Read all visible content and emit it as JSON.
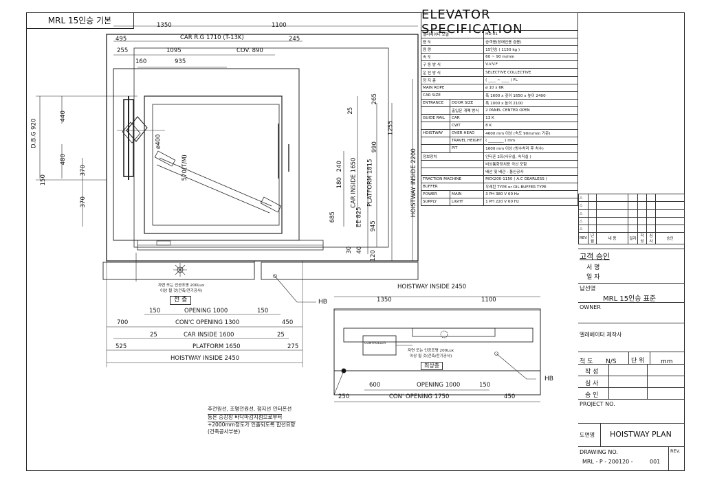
{
  "header_label": "MRL 15인승 기본",
  "plan_dims": {
    "top_1350": "1350",
    "top_1100": "1100",
    "d495": "495",
    "car_rg": "CAR R.G 1710 (T-13K)",
    "d245": "245",
    "d255": "255",
    "d1095": "1095",
    "cov": "COV. 890",
    "d160": "160",
    "d935": "935",
    "dbg": "D.B.G 920",
    "d440": "440",
    "d480": "480",
    "d150": "150",
    "d370a": "370",
    "d370b": "370",
    "phi400": "ø400",
    "d570": "570(T/M)",
    "d265": "265",
    "d25": "25",
    "d990": "990",
    "d1255": "1255",
    "d240": "240",
    "d180": "180",
    "car_inside_v": "CAR INSIDE 1650",
    "platform_v": "PLATFORM 1815",
    "hoistway_v": "HOISTWAY INSIDE 2200",
    "d685": "685",
    "ee825": "EE 825",
    "d945": "945",
    "d30": "30",
    "d40": "40",
    "d120": "120",
    "opening": "OPENING 1000",
    "d150l": "150",
    "d150r": "150",
    "d700": "700",
    "con_opening": "CON'C OPENING 1300",
    "d450": "450",
    "d25l": "25",
    "car_inside_h": "CAR INSIDE 1600",
    "d25r": "25",
    "d525": "525",
    "platform_h": "PLATFORM 1650",
    "d275": "275",
    "hoistway_h": "HOISTWAY INSIDE 2450",
    "light_note_1": "자연 또는 인공조명 200Lux",
    "light_note_2": "이상 될 것(건축/전기공사)",
    "jeonseung": "전 층",
    "hb": "HB"
  },
  "top_plan": {
    "hoistway": "HOISTWAY INSIDE 2450",
    "d1350": "1350",
    "d1100": "1100",
    "controller": "CONTROLLER",
    "light_note_1": "자연 또는 인공조명 200Lux",
    "light_note_2": "이상 될 것(건축/전기공사)",
    "top_floor": "최상층",
    "d600": "600",
    "opening": "OPENING 1000",
    "d150": "150",
    "d250": "250",
    "con_opening": "CON' OPENING 1750",
    "d450": "450",
    "hb": "HB"
  },
  "notes": [
    "주전원선, 조명전원선, 점지선 인터폰선",
    "등은 승강장 바닥마감지점으로부터",
    "+2000mm정도가 인출되도록 합선요망",
    "(건축공사부분)"
  ],
  "spec": {
    "title": "ELEVATOR SPECIFICATION",
    "rows": [
      [
        "엘리베이터 모델",
        "",
        "HD-01"
      ],
      [
        "용        도",
        "",
        "승객용(장애인용 겸용)"
      ],
      [
        "용        량",
        "",
        "15인승  ( 1150 kg )"
      ],
      [
        "속        도",
        "",
        "60 ~ 90  m/min"
      ],
      [
        "구  동   방  식",
        "",
        "V.V.V.F"
      ],
      [
        "운  전   방  식",
        "",
        "SELECTIVE COLLECTIVE"
      ],
      [
        "정   지    층",
        "",
        "( ____ ~ ____ ) FL"
      ],
      [
        "MAIN ROPE",
        "",
        "ø 10 x 6R"
      ],
      [
        "CAR SIZE",
        "",
        "폭 1600 x 깊이 1650 x 높이 2400"
      ],
      [
        "ENTRANCE",
        "DOOR SIZE",
        "폭 1000 x 높이 2100"
      ],
      [
        "",
        "출입문  개폐 방식",
        "2 PANEL  CENTER  OPEN"
      ],
      [
        "GUIDE RAIL",
        "CAR",
        "13 K"
      ],
      [
        "",
        "CWT",
        "8 K"
      ],
      [
        "HOISTWAY",
        "OVER HEAD",
        "4600 mm 이상 (속도 90m/min 기준)"
      ],
      [
        "",
        "TRAVEL HEIGHT",
        "( ________ ) mm"
      ],
      [
        "",
        "PIT",
        "1600 mm 이상 (방수처리 후 치수)"
      ],
      [
        "정보장치",
        "",
        "인터폰 2회(사무실, 숙직실 )"
      ],
      [
        "",
        "",
        "비상통화장치용 극선 포함"
      ],
      [
        "",
        "",
        "배선 및 배관 - 통신공사"
      ],
      [
        "TRACTION MACHINE",
        "",
        "MCK200-1150 ( A.C  GEARLESS )"
      ],
      [
        "BUFFER",
        "",
        "우레탄 TYPE or OIL BUFFER TYPE"
      ],
      [
        "POWER",
        "MAIN",
        "3 PH   380 V   60 Hz"
      ],
      [
        "SUPPLY",
        "LIGHT",
        "1 PH   220 V   60 Hz"
      ]
    ]
  },
  "titleblock": {
    "rev_header": [
      "REV",
      "년월",
      "내    용",
      "일자",
      "작성",
      "심사",
      "승인"
    ],
    "rev_mark": "△",
    "client_approval": "고객 승인",
    "signature": "서 명",
    "date": "일 자",
    "delivery_label": "납선명",
    "delivery_value": "MRL 15인승 표준",
    "owner": "OWNER",
    "maker": "엘레베이터 제작사",
    "scale_label": "척 도",
    "scale_value": "N/S",
    "unit_label": "단 위",
    "unit_value": "mm",
    "made": "작 성",
    "review": "심 사",
    "approve": "승 인",
    "project_no": "PROJECT NO.",
    "drawing_name_label": "도면명",
    "drawing_name": "HOISTWAY PLAN",
    "drawing_no_label": "DRAWING NO.",
    "drawing_no": "MRL - P - 200120 -",
    "drawing_seq": "001",
    "rev": "REV."
  }
}
